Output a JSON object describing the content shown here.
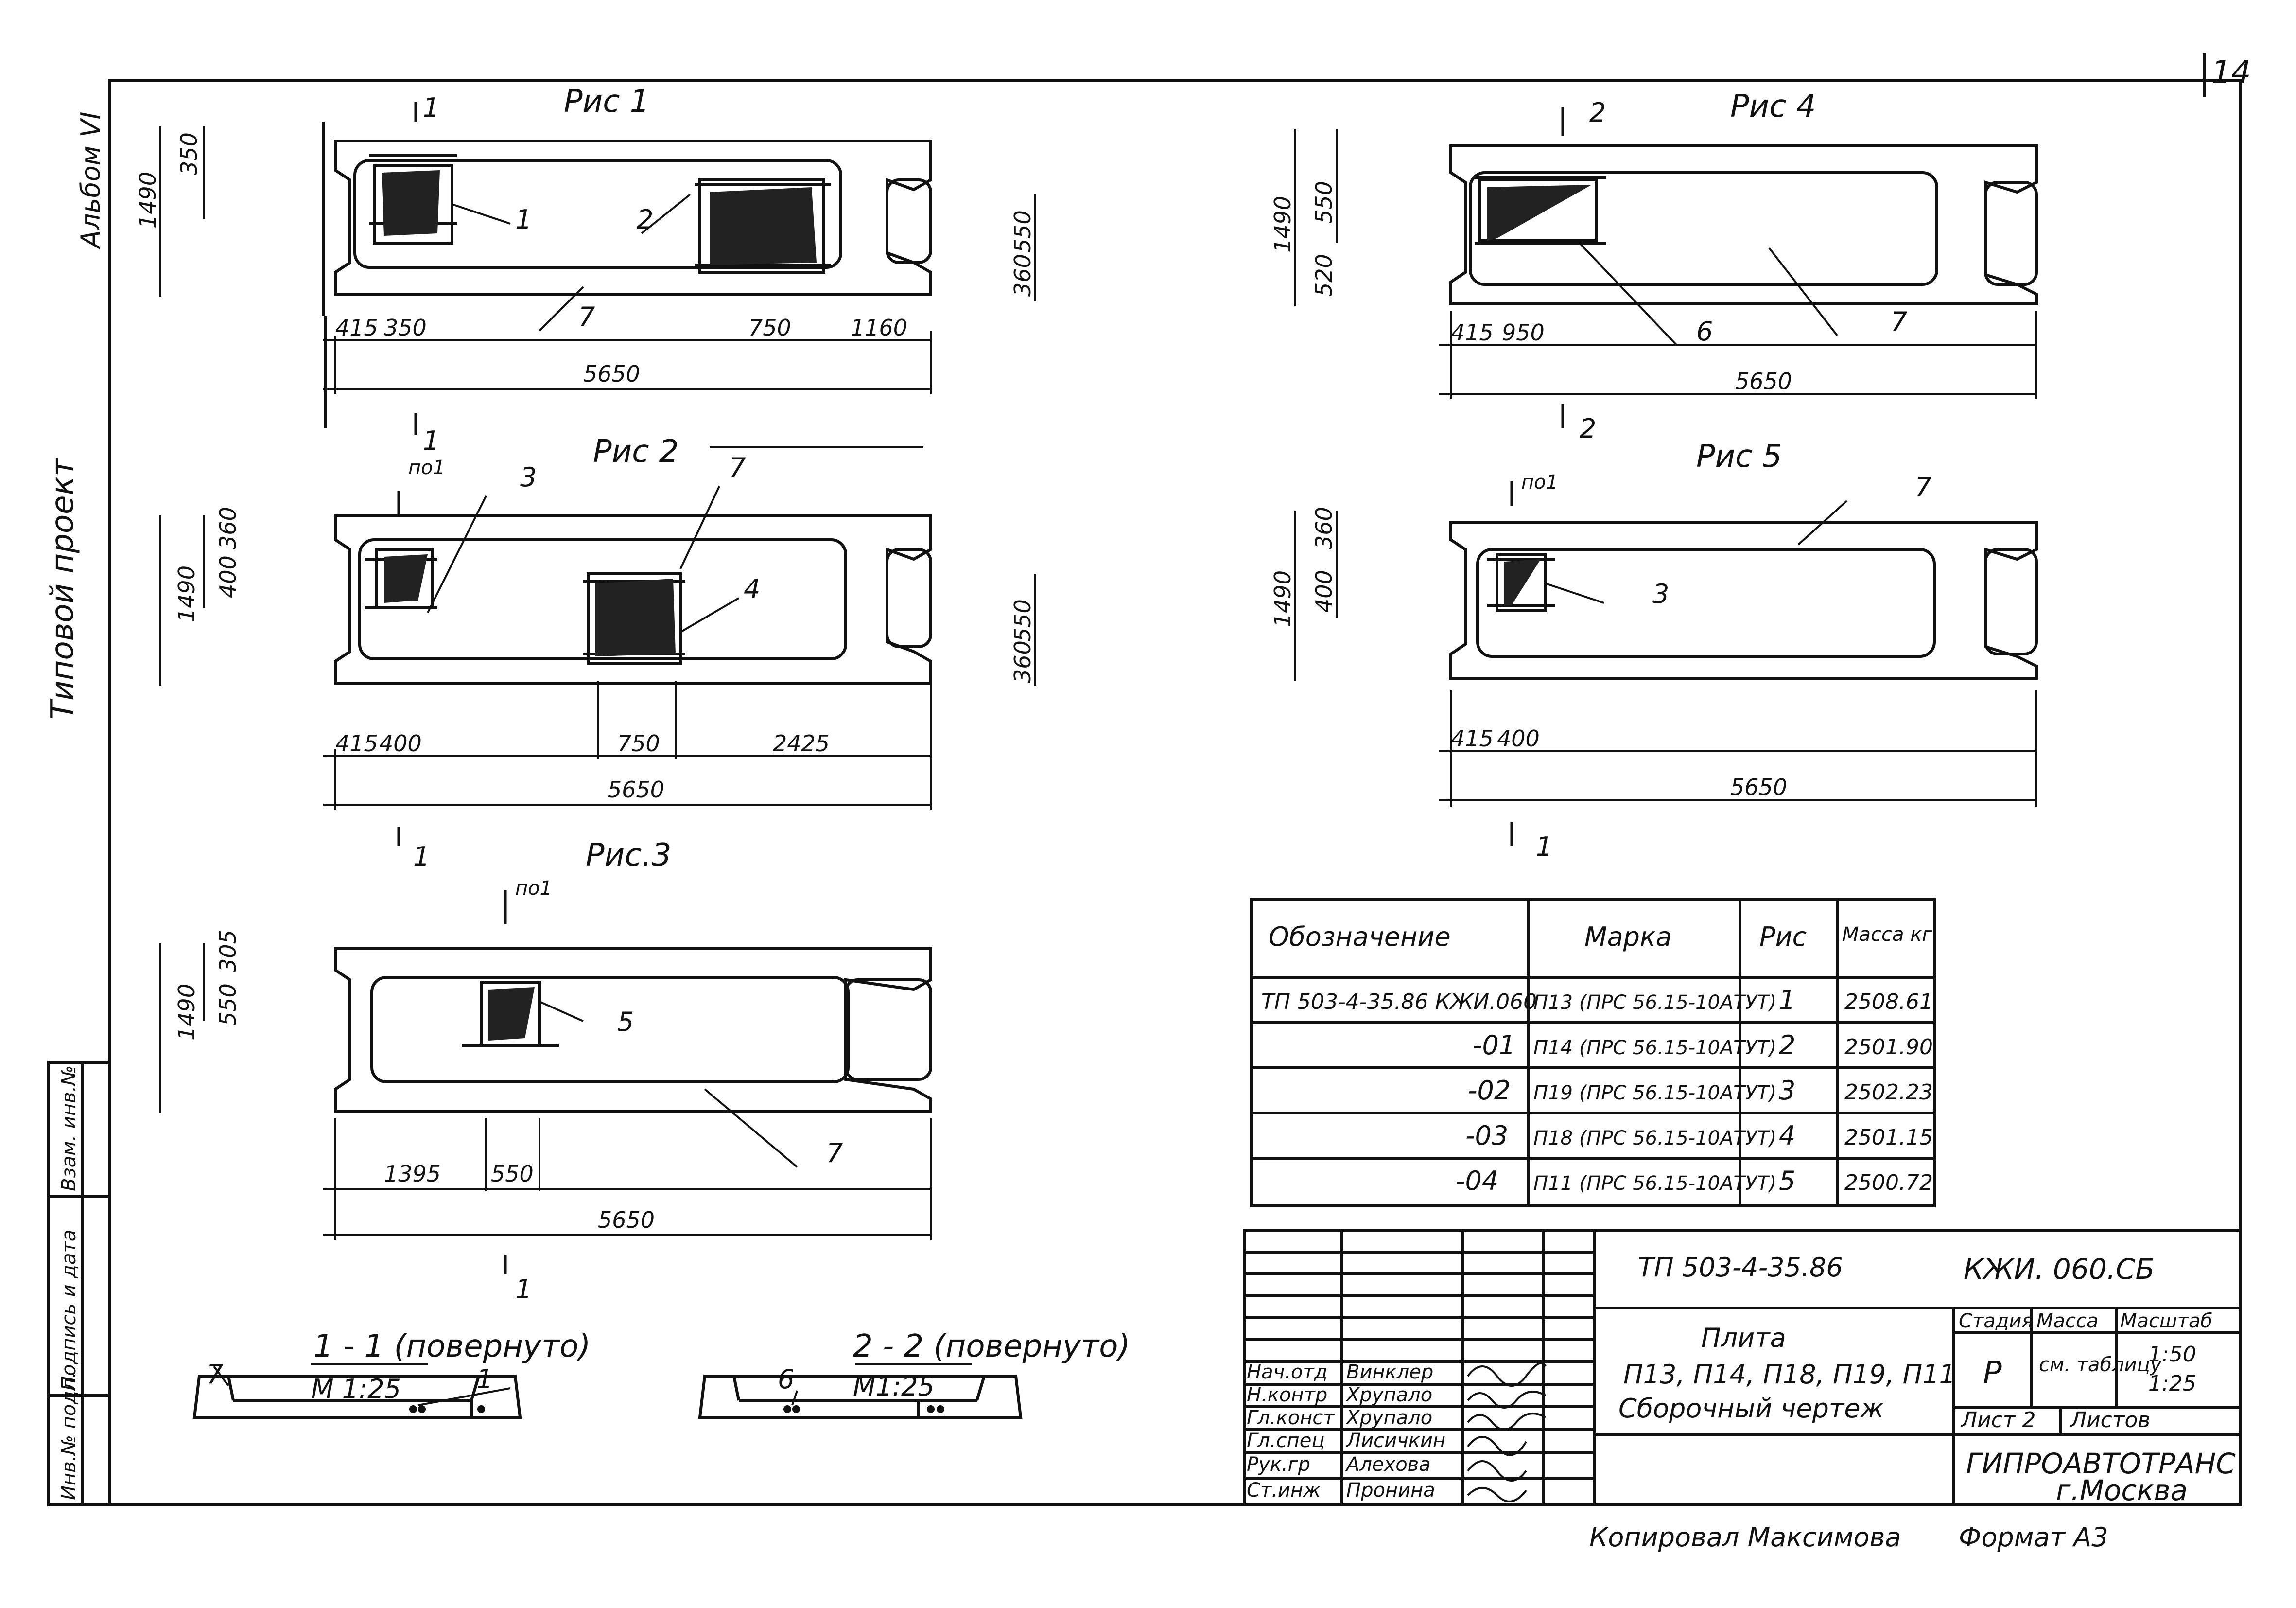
{
  "page_number": "14",
  "side": {
    "album": "Альбом VI",
    "project": "Типовой проект",
    "stamp_labels": [
      "Инв.№ подл.",
      "Подпись и дата",
      "Взам. инв.№"
    ]
  },
  "figures": {
    "fig1": {
      "title": "Рис 1",
      "dims_bottom": [
        "415",
        "350",
        "750",
        "1160"
      ],
      "total": "5650",
      "dims_left": [
        "1490",
        "350",
        "360"
      ],
      "dims_right": [
        "550",
        "360"
      ],
      "callouts": [
        "1",
        "2",
        "7"
      ],
      "section_top": "1",
      "section_bottom": "1"
    },
    "fig2": {
      "title": "Рис 2",
      "dims_bottom": [
        "415",
        "400",
        "750",
        "2425"
      ],
      "total": "5650",
      "dims_left": [
        "1490",
        "400",
        "360"
      ],
      "dims_right": [
        "550",
        "360"
      ],
      "callouts": [
        "3",
        "4",
        "7"
      ],
      "section_top": "по1",
      "section_bottom": "1"
    },
    "fig3": {
      "title": "Рис.3",
      "dims_bottom": [
        "1395",
        "550"
      ],
      "total": "5650",
      "dims_left": [
        "1490",
        "550",
        "305"
      ],
      "callouts": [
        "5",
        "7"
      ],
      "section_top": "по1",
      "section_bottom": "1"
    },
    "fig4": {
      "title": "Рис 4",
      "dims_bottom": [
        "415",
        "950"
      ],
      "total": "5650",
      "dims_left": [
        "1490",
        "550",
        "520"
      ],
      "callouts": [
        "6",
        "7"
      ],
      "section_top": "2",
      "section_bottom": "2"
    },
    "fig5": {
      "title": "Рис 5",
      "dims_bottom": [
        "415",
        "400"
      ],
      "total": "5650",
      "dims_left": [
        "1490",
        "400",
        "360"
      ],
      "callouts": [
        "3",
        "7"
      ],
      "section_top": "по1",
      "section_bottom": "1"
    }
  },
  "sections": {
    "s1": {
      "title": "1 - 1 (повернуто)",
      "scale": "М 1:25",
      "callouts": [
        "7",
        "1"
      ]
    },
    "s2": {
      "title": "2 - 2 (повернуто)",
      "scale": "М1:25",
      "callouts": [
        "6"
      ]
    }
  },
  "spec_table": {
    "headers": [
      "Обозначение",
      "Марка",
      "Рис",
      "Масса кг"
    ],
    "rows": [
      [
        "ТП 503-4-35.86 КЖИ.060",
        "П13 (ПРС 56.15-10АТУТ)",
        "1",
        "2508.61"
      ],
      [
        "-01",
        "П14 (ПРС 56.15-10АТУТ)",
        "2",
        "2501.90"
      ],
      [
        "-02",
        "П19 (ПРС 56.15-10АТУТ)",
        "3",
        "2502.23"
      ],
      [
        "-03",
        "П18 (ПРС 56.15-10АТУТ)",
        "4",
        "2501.15"
      ],
      [
        "-04",
        "П11 (ПРС 56.15-10АТУТ)",
        "5",
        "2500.72"
      ]
    ]
  },
  "title_block": {
    "project_code": "ТП 503-4-35.86",
    "doc_code": "КЖИ. 060.СБ",
    "name_lines": [
      "Плита",
      "П13, П14, П18, П19, П11",
      "Сборочный чертеж"
    ],
    "stage_label": "Стадия",
    "mass_label": "Масса",
    "scale_label": "Масштаб",
    "stage": "Р",
    "mass": "см. таблицу",
    "scales": [
      "1:50",
      "1:25"
    ],
    "sheet_label": "Лист 2",
    "sheets_label": "Листов",
    "org": "ГИПРОАВТОТРАНС",
    "city": "г.Москва",
    "roles": [
      {
        "role": "Нач.отд",
        "name": "Винклер"
      },
      {
        "role": "Н.контр",
        "name": "Хрупало"
      },
      {
        "role": "Гл.конст",
        "name": "Хрупало"
      },
      {
        "role": "Гл.спец",
        "name": "Лисичкин"
      },
      {
        "role": "Рук.гр",
        "name": "Алехова"
      },
      {
        "role": "Ст.инж",
        "name": "Пронина"
      }
    ]
  },
  "footer": {
    "copied": "Копировал Максимова",
    "format": "Формат А3"
  }
}
